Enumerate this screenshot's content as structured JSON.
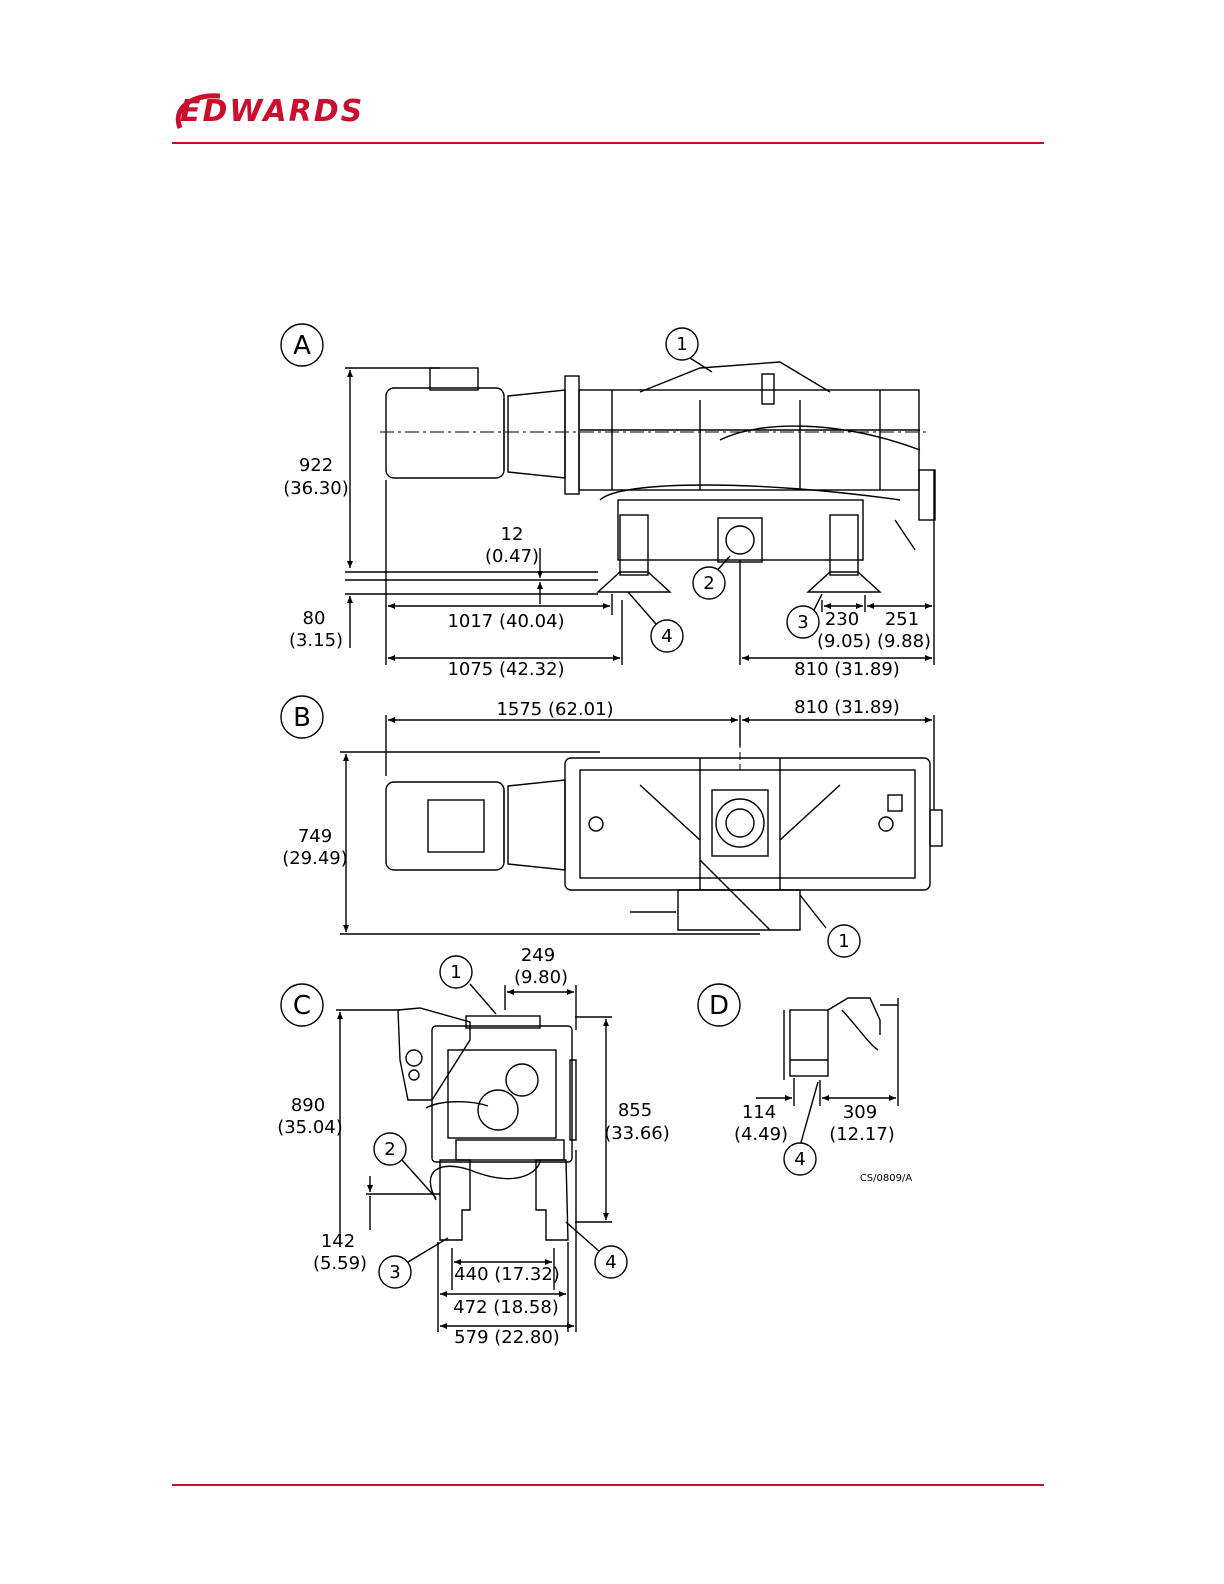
{
  "brand": {
    "name": "EDWARDS",
    "color": "#c8102e"
  },
  "views": {
    "A": {
      "label": "A",
      "dims": {
        "height_total": [
          "922",
          "(36.30)"
        ],
        "foot_gap": [
          "12",
          "(0.47)"
        ],
        "foot_height": [
          "80",
          "(3.15)"
        ],
        "len_1017": "1017 (40.04)",
        "len_1075": "1075 (42.32)",
        "len_810": "810 (31.89)",
        "len_230": [
          "230",
          "(9.05)"
        ],
        "len_251": [
          "251",
          "(9.88)"
        ]
      },
      "callouts": [
        "1",
        "2",
        "3",
        "4"
      ]
    },
    "B": {
      "label": "B",
      "dims": {
        "len_1575": "1575 (62.01)",
        "len_810": "810 (31.89)",
        "width_749": [
          "749",
          "(29.49)"
        ]
      },
      "callouts": [
        "1"
      ]
    },
    "C": {
      "label": "C",
      "dims": {
        "top_249": [
          "249",
          "(9.80)"
        ],
        "height_890": [
          "890",
          "(35.04)"
        ],
        "height_855": [
          "855",
          "(33.66)"
        ],
        "base_142": [
          "142",
          "(5.59)"
        ],
        "w_440": "440 (17.32)",
        "w_472": "472 (18.58)",
        "w_579": "579 (22.80)"
      },
      "callouts": [
        "1",
        "2",
        "3",
        "4"
      ]
    },
    "D": {
      "label": "D",
      "dims": {
        "w_114": [
          "114",
          "(4.49)"
        ],
        "w_309": [
          "309",
          "(12.17)"
        ]
      },
      "callouts": [
        "4"
      ]
    }
  },
  "figure_ref": "CS/0809/A"
}
